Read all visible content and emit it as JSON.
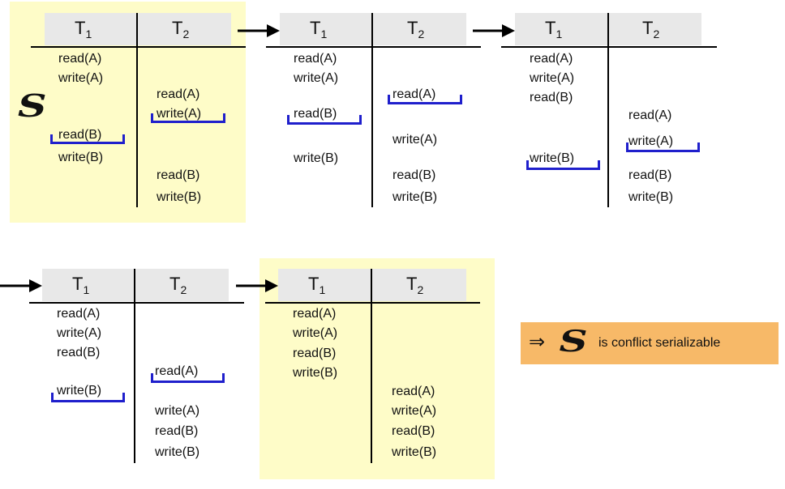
{
  "headers": {
    "t1": "T",
    "t2": "T",
    "sub1": "1",
    "sub2": "2"
  },
  "schedule_symbol": "S",
  "ops": {
    "read_a": "read(A)",
    "write_a": "write(A)",
    "read_b": "read(B)",
    "write_b": "write(B)"
  },
  "result": {
    "implies": "⇒",
    "symbol": "S",
    "text": "is conflict serializable"
  },
  "colors": {
    "highlight": "#fefcc8",
    "header": "#e8e8e8",
    "bracket": "#1f1fcc",
    "result_box": "#f7b968"
  },
  "icons": [
    "right-arrow-icon",
    "implies-icon"
  ]
}
